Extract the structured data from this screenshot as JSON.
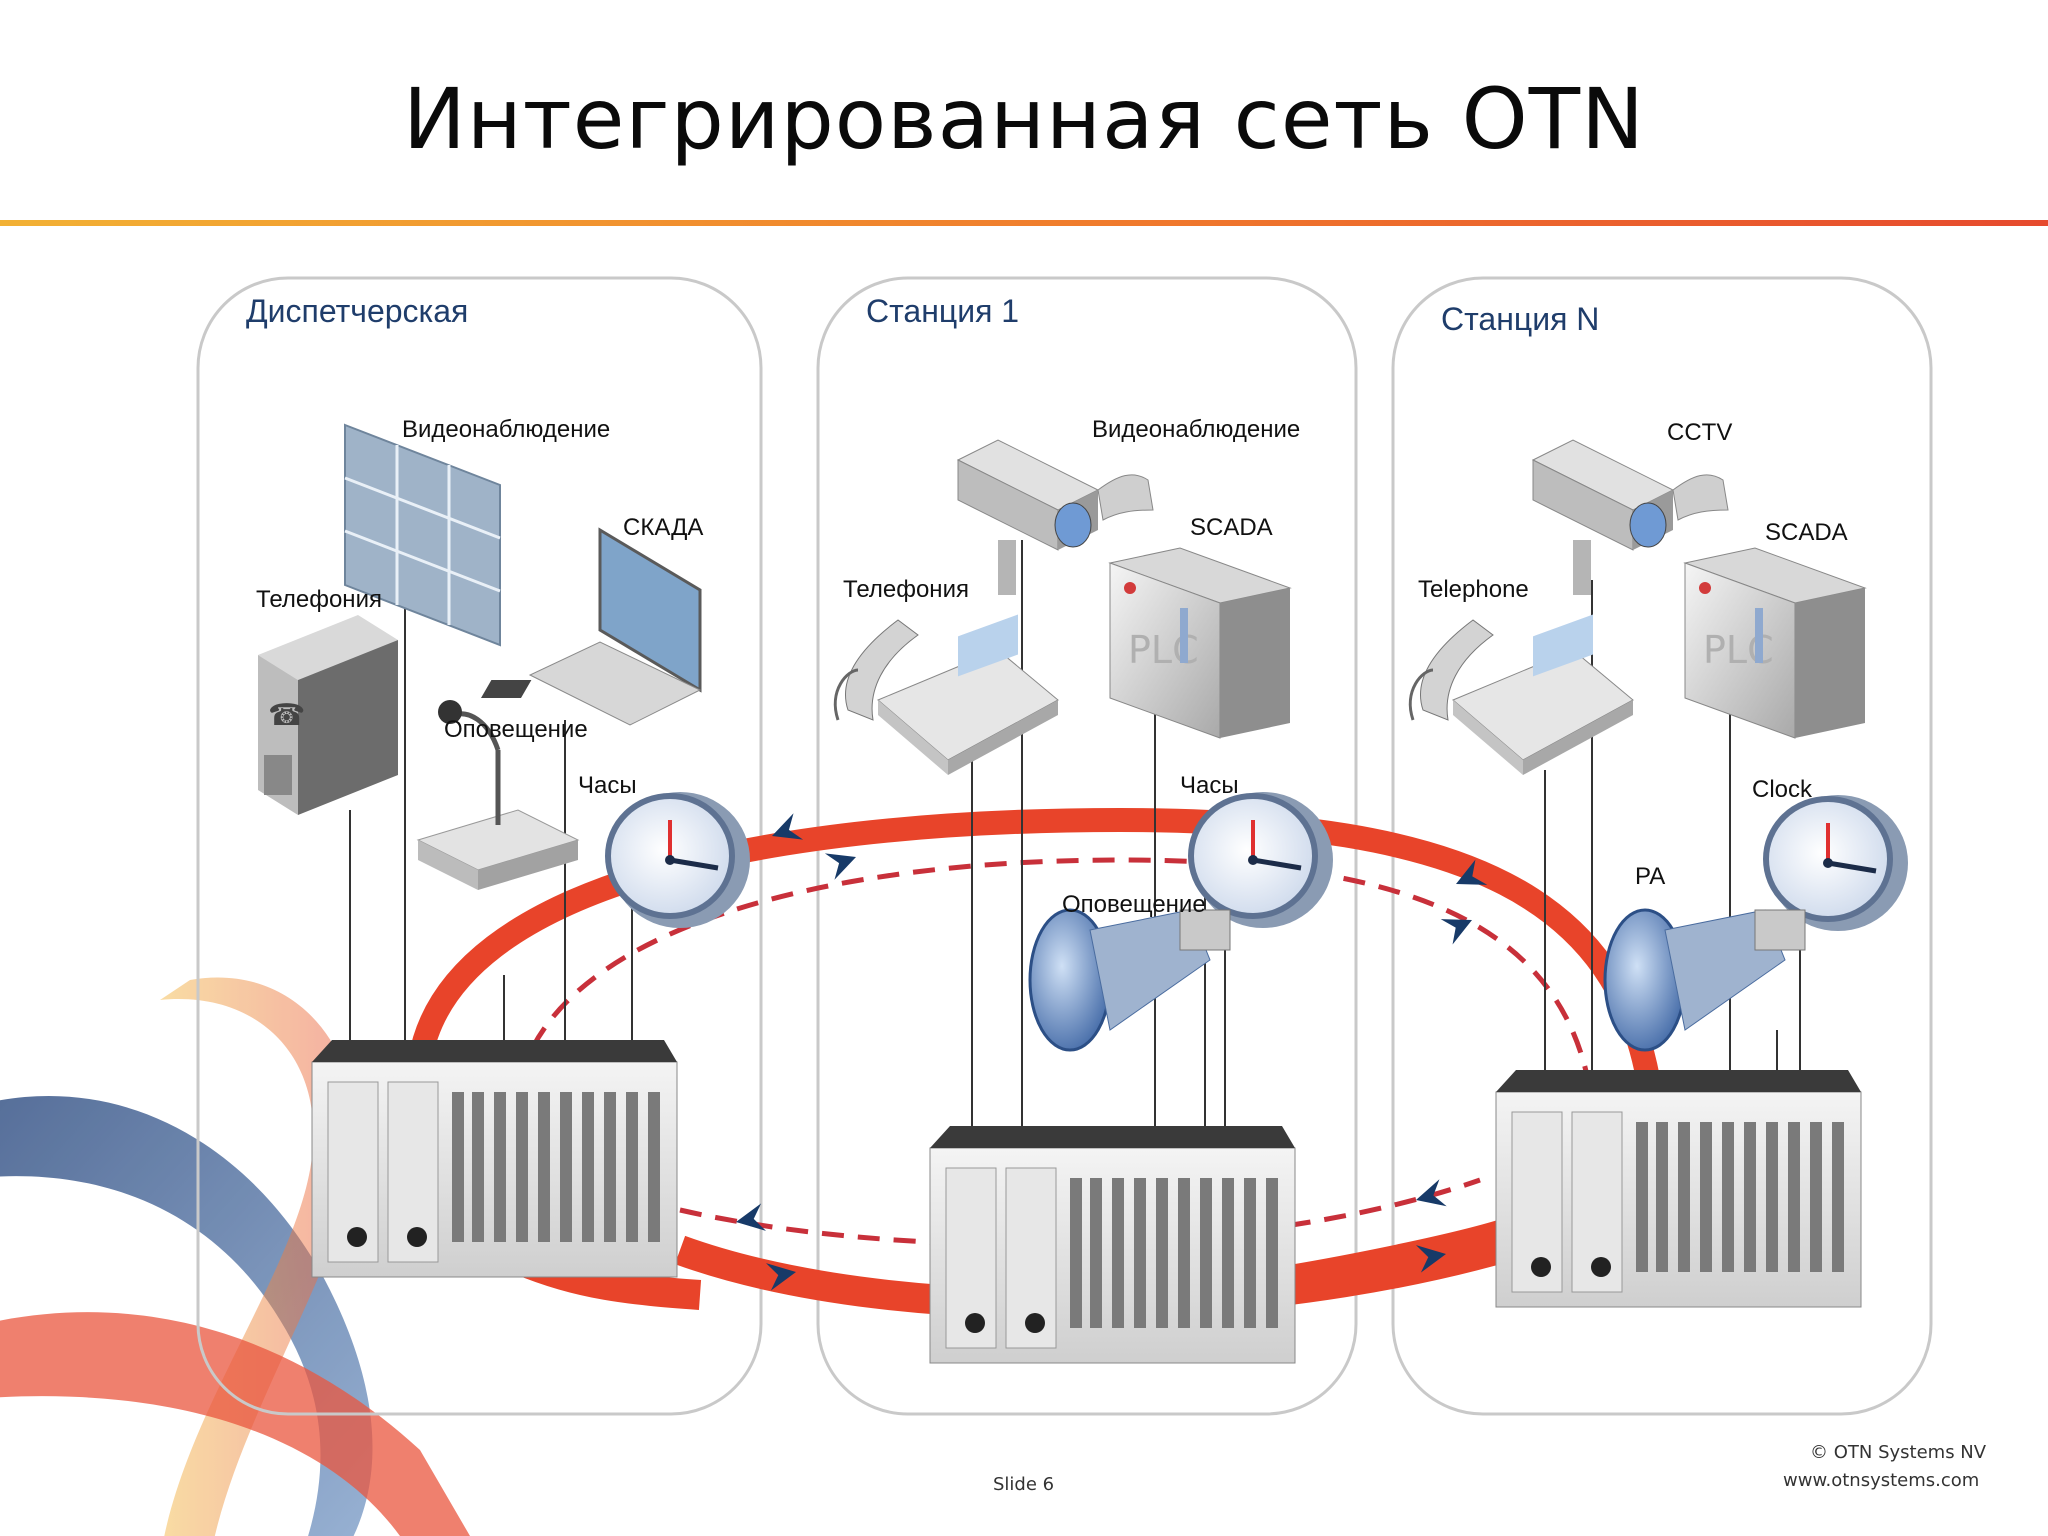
{
  "slide": {
    "title": "Интегрированная сеть OTN",
    "number_label": "Slide 6",
    "copyright": "© OTN Systems NV",
    "website": "www.otnsystems.com"
  },
  "panels": {
    "dispatch": {
      "header": "Диспетчерская",
      "labels": {
        "video": "Видеонаблюдение",
        "scada": "СКАДА",
        "telephony": "Телефония",
        "pa": "Оповещение",
        "clock": "Часы"
      }
    },
    "station1": {
      "header": "Станция 1",
      "labels": {
        "video": "Видеонаблюдение",
        "scada": "SCADA",
        "telephony": "Телефония",
        "clock": "Часы",
        "pa": "Оповещение"
      }
    },
    "stationN": {
      "header": "Станция N",
      "labels": {
        "cctv": "CCTV",
        "scada": "SCADA",
        "telephone": "Telephone",
        "clock": "Clock",
        "pa": "PA"
      }
    }
  },
  "plc_text": "PLC",
  "colors": {
    "ring": "#e8442a",
    "ring_dash": "#c8303a",
    "arrow": "#173a68",
    "header_text": "#1f3d6b",
    "panel_border": "#c9c9c9",
    "rule_start": "#f2b134",
    "rule_end": "#e64a2e"
  },
  "icons": [
    "video-wall-icon",
    "server-phone-icon",
    "laptop-icon",
    "microphone-console-icon",
    "clock-icon",
    "camera-icon",
    "telephone-icon",
    "plc-rack-icon",
    "loudspeaker-icon",
    "network-switch-icon"
  ]
}
